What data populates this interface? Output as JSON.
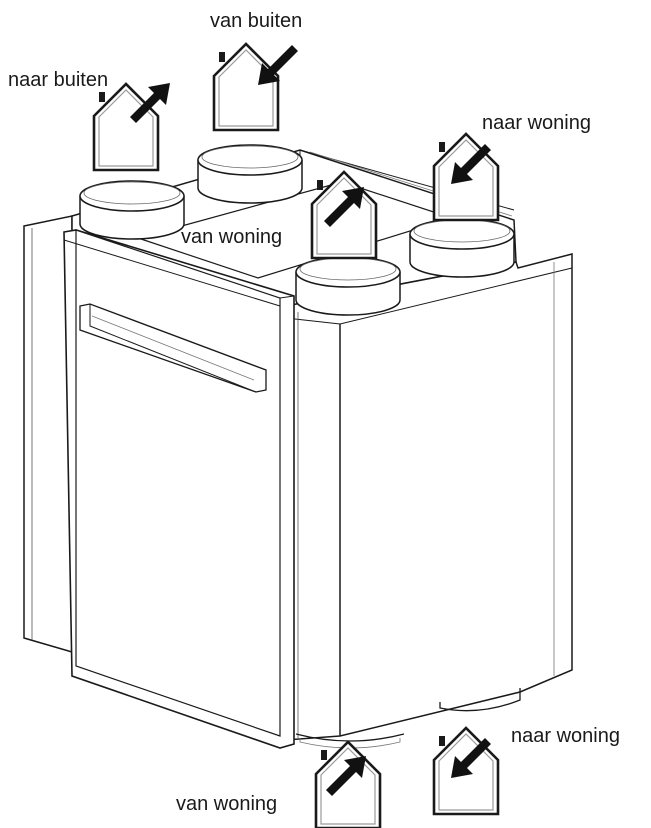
{
  "labels": {
    "top_to_outside": "naar buiten",
    "top_from_outside": "van buiten",
    "top_to_home": "naar woning",
    "top_from_home": "van woning",
    "bottom_to_home": "naar woning",
    "bottom_from_home": "van woning"
  },
  "icons": {
    "house_badge": "house-icon",
    "outgoing_arrow": "arrow-up-right-icon",
    "incoming_arrow": "arrow-down-left-icon"
  },
  "colors": {
    "line": "#1a1a1a",
    "fill": "#ffffff"
  }
}
